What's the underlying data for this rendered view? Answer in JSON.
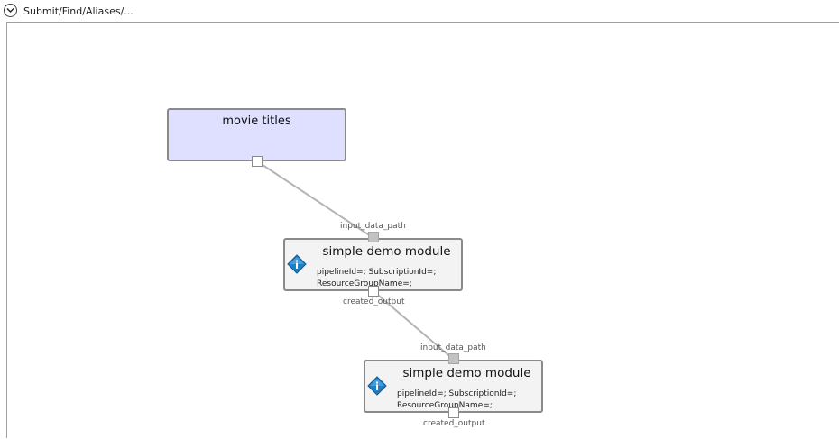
{
  "header": {
    "path": "Submit/Find/Aliases/..."
  },
  "graph": {
    "dataset": {
      "title": "movie titles"
    },
    "modules": [
      {
        "title": "simple demo module",
        "params_line1": "pipelineId=; SubscriptionId=;",
        "params_line2": "ResourceGroupName=;",
        "input_port": "input_data_path",
        "output_port": "created_output"
      },
      {
        "title": "simple demo module",
        "params_line1": "pipelineId=; SubscriptionId=;",
        "params_line2": "ResourceGroupName=;",
        "input_port": "input_data_path",
        "output_port": "created_output"
      }
    ]
  },
  "colors": {
    "dataset_fill": "#dfe0ff",
    "module_fill": "#f3f3f3",
    "node_border": "#8a8a8a",
    "edge": "#b4b4b4",
    "info_icon": "#1f7fc2"
  }
}
